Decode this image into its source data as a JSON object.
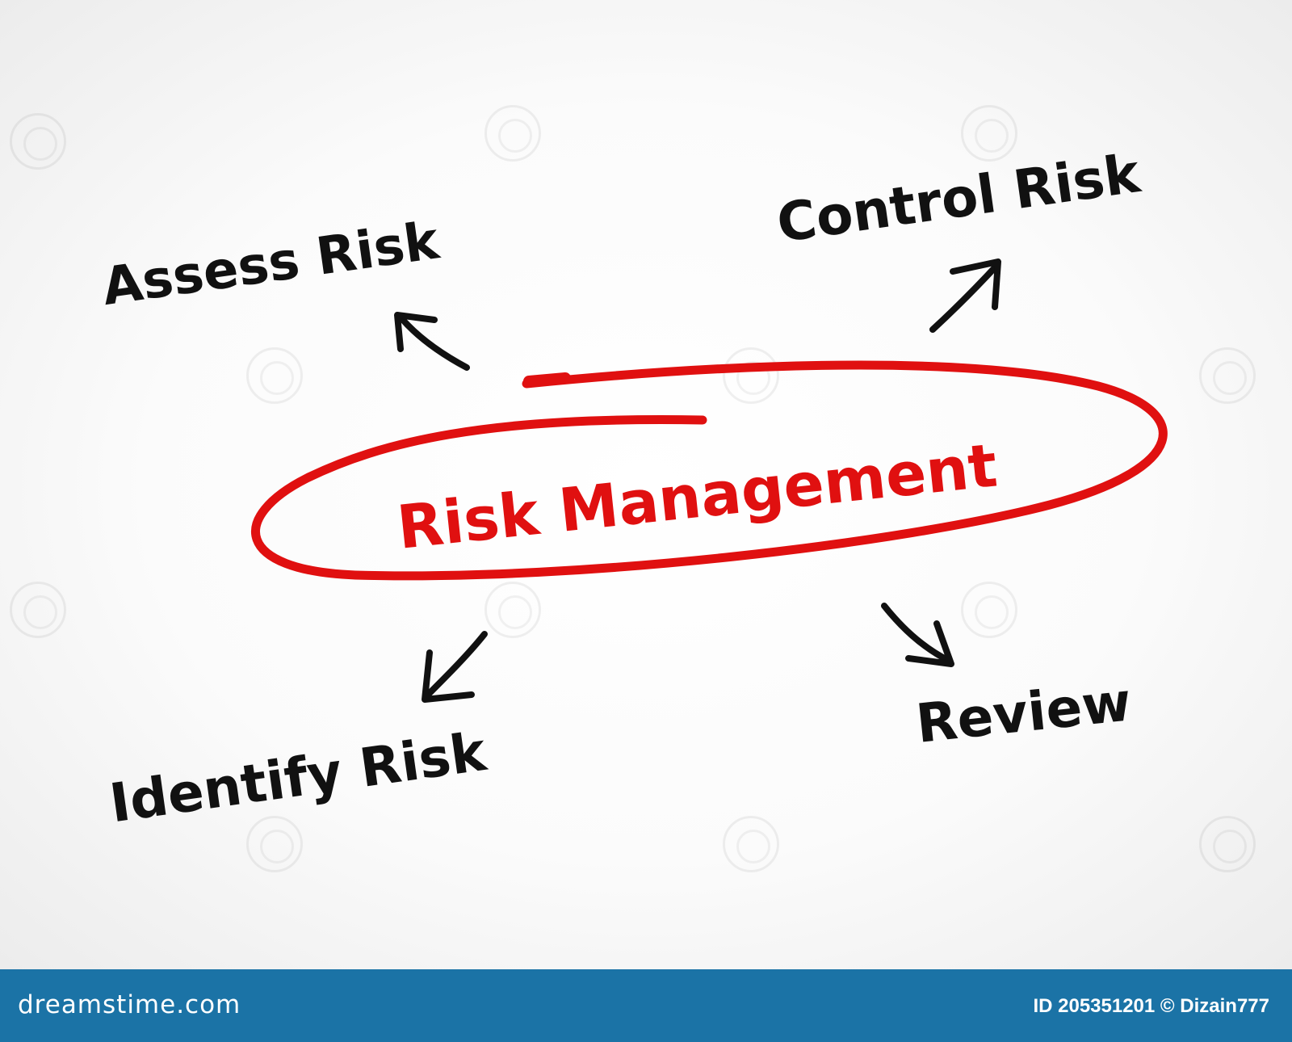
{
  "diagram": {
    "center": {
      "label": "Risk Management",
      "color": "#e01010"
    },
    "nodes": [
      {
        "id": "assess",
        "label": "Assess Risk"
      },
      {
        "id": "control",
        "label": "Control Risk"
      },
      {
        "id": "identify",
        "label": "Identify Risk"
      },
      {
        "id": "review",
        "label": "Review"
      }
    ],
    "edges": [
      {
        "from": "center",
        "to": "assess"
      },
      {
        "from": "center",
        "to": "control"
      },
      {
        "from": "center",
        "to": "identify"
      },
      {
        "from": "center",
        "to": "review"
      }
    ],
    "text_color": "#111111"
  },
  "footer": {
    "brand": "dreamstime.com",
    "image_id": "ID 205351201 © Dizain777",
    "background": "#1b73a6"
  }
}
